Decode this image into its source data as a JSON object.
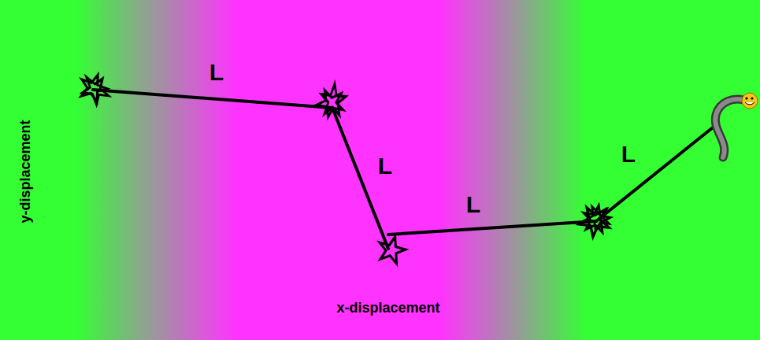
{
  "diagram": {
    "labels": [
      "L",
      "L",
      "L",
      "L",
      "y-displacement",
      "x-displacement"
    ]
  }
}
